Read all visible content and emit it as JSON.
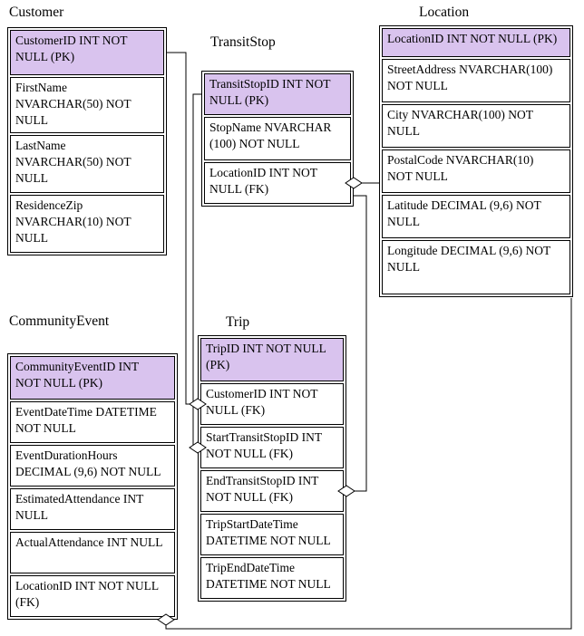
{
  "colors": {
    "pk_header_fill": "#d9c3ee",
    "row_fill": "#ffffff",
    "line": "#000000",
    "canvas_bg": "#ffffff"
  },
  "entities": [
    {
      "title": "Customer",
      "rows": [
        "CustomerID INT NOT\nNULL (PK)",
        "FirstName\nNVARCHAR(50) NOT\nNULL",
        "LastName\nNVARCHAR(50) NOT\nNULL",
        "ResidenceZip\nNVARCHAR(10) NOT\nNULL"
      ]
    },
    {
      "title": "TransitStop",
      "rows": [
        "TransitStopID INT NOT\nNULL (PK)",
        "StopName NVARCHAR\n(100) NOT NULL",
        "LocationID INT NOT\nNULL (FK)"
      ]
    },
    {
      "title": "Location",
      "rows": [
        "LocationID INT NOT NULL (PK)",
        "StreetAddress NVARCHAR(100)\nNOT NULL",
        "City NVARCHAR(100) NOT\nNULL",
        "PostalCode NVARCHAR(10)\nNOT NULL",
        "Latitude DECIMAL (9,6) NOT\nNULL",
        "Longitude DECIMAL (9,6) NOT\nNULL"
      ]
    },
    {
      "title": "CommunityEvent",
      "rows": [
        "CommunityEventID INT\nNOT NULL (PK)",
        "EventDateTime DATETIME\nNOT NULL",
        "EventDurationHours\nDECIMAL (9,6) NOT NULL",
        "EstimatedAttendance INT\nNULL",
        "ActualAttendance INT NULL",
        "LocationID INT NOT NULL\n(FK)"
      ]
    },
    {
      "title": "Trip",
      "rows": [
        "TripID INT NOT NULL\n(PK)",
        "CustomerID INT NOT\nNULL (FK)",
        "StartTransitStopID INT\nNOT NULL (FK)",
        "EndTransitStopID INT\nNOT NULL (FK)",
        "TripStartDateTime\nDATETIME NOT NULL",
        "TripEndDateTime\nDATETIME NOT NULL"
      ]
    }
  ],
  "relationships": [
    {
      "from": "Trip.CustomerID (FK)",
      "to": "Customer",
      "connector": "open-diamond"
    },
    {
      "from": "Trip.StartTransitStopID (FK)",
      "to": "TransitStop",
      "connector": "open-diamond"
    },
    {
      "from": "Trip.EndTransitStopID (FK)",
      "to": "TransitStop",
      "connector": "open-diamond"
    },
    {
      "from": "TransitStop.LocationID (FK)",
      "to": "Location",
      "connector": "open-diamond"
    },
    {
      "from": "CommunityEvent.LocationID (FK)",
      "to": "Location",
      "connector": "open-diamond"
    }
  ]
}
